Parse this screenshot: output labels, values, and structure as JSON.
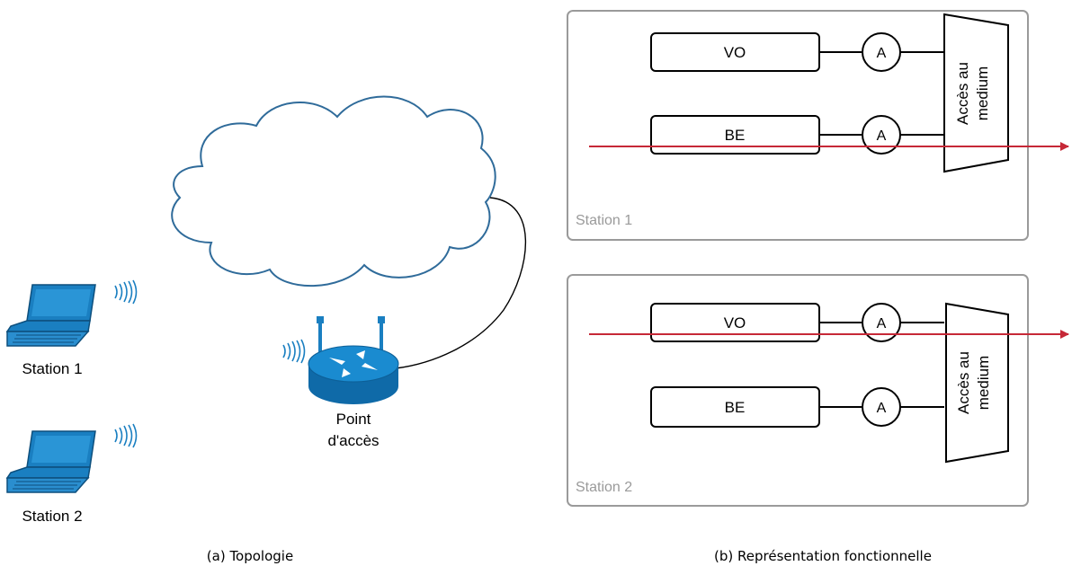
{
  "topology": {
    "station1_label": "Station 1",
    "station2_label": "Station 2",
    "ap_label_line1": "Point",
    "ap_label_line2": "d'accès"
  },
  "functional": {
    "station1": {
      "name": "Station 1",
      "queues": [
        {
          "label": "VO"
        },
        {
          "label": "BE"
        }
      ],
      "arbiter_label": "A",
      "mac_line1": "Accès au",
      "mac_line2": "medium",
      "flow_through": "BE"
    },
    "station2": {
      "name": "Station 2",
      "queues": [
        {
          "label": "VO"
        },
        {
          "label": "BE"
        }
      ],
      "arbiter_label": "A",
      "mac_line1": "Accès au",
      "mac_line2": "medium",
      "flow_through": "VO"
    }
  },
  "captions": {
    "a": "(a) Topologie",
    "b": "(b) Représentation fonctionnelle"
  },
  "colors": {
    "device_blue": "#1a7fc1",
    "flow_red": "#c62837",
    "frame_gray": "#9a9a9a"
  }
}
